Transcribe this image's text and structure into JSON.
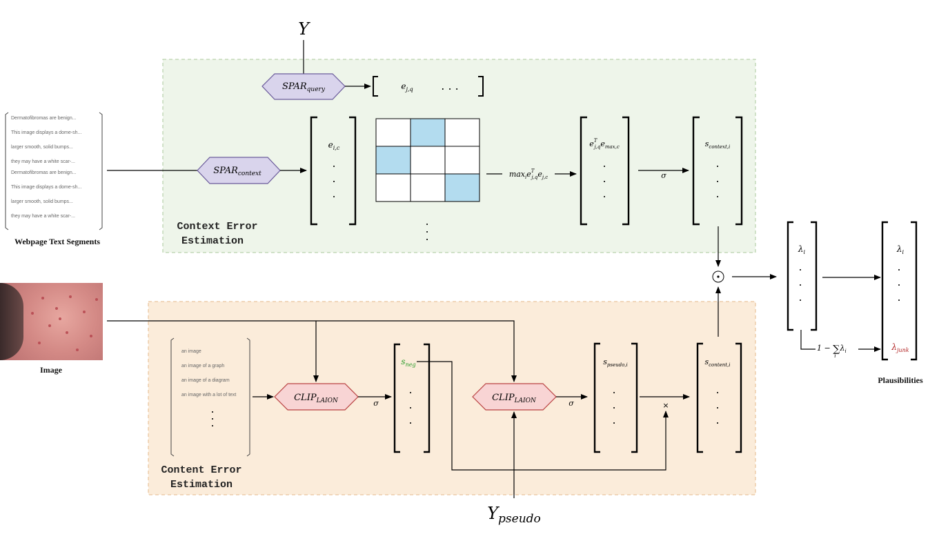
{
  "title_top": "Y",
  "title_bottom": "Y_pseudo",
  "context_section": {
    "label_line1": "Context Error",
    "label_line2": "Estimation",
    "spar_query": "SPAR_query",
    "spar_context": "SPAR_context",
    "query_vector": "e_{j,q}",
    "query_dots": ". . .",
    "context_vector_top": "e_{i,c}",
    "max_expr": "max_i e^T_{j,q} e_{j,c}",
    "emax_top": "e^T_{j,q} e_{max,c}",
    "sigma": "σ",
    "score_top": "s_{context,i}"
  },
  "web_segments": {
    "label": "Webpage Text Segments",
    "items": [
      "Dermatofibromas are benign...",
      "This image displays a dome-sh...",
      "larger smooth, solid bumps...",
      "they may have a white scar-...",
      "Dermatofibromas are benign...",
      "This image displays a dome-sh...",
      "larger smooth, solid bumps...",
      "they may have a white scar-..."
    ]
  },
  "image_label": "Image",
  "content_section": {
    "label_line1": "Content Error",
    "label_line2": "Estimation",
    "prompts": [
      "an image",
      "an image of a graph",
      "an image of a diagram",
      "an image with a lot of text"
    ],
    "clip_left": "CLIP_LAION",
    "clip_right": "CLIP_LAION",
    "sigma_left": "σ",
    "sigma_right": "σ",
    "s_neg": "s_neg",
    "s_pseudo": "s_{pseudo,i}",
    "times": "×",
    "s_content": "s_{content,i}"
  },
  "combine_symbol": "⊙",
  "lambda_vector_top": "λ_i",
  "plausibilities": {
    "label": "Plausibilities",
    "top": "λ_i",
    "junk": "λ_junk",
    "junk_expr": "1 − Σ_i λ_i"
  },
  "colors": {
    "context_bg": "#eef5ea",
    "content_bg": "#fbecda",
    "spar_fill": "#d9d4ec",
    "clip_fill": "#f8d4d4",
    "matrix_highlight": "#b3dcef",
    "s_neg": "#2a9b2a",
    "junk": "#b01f1f"
  }
}
